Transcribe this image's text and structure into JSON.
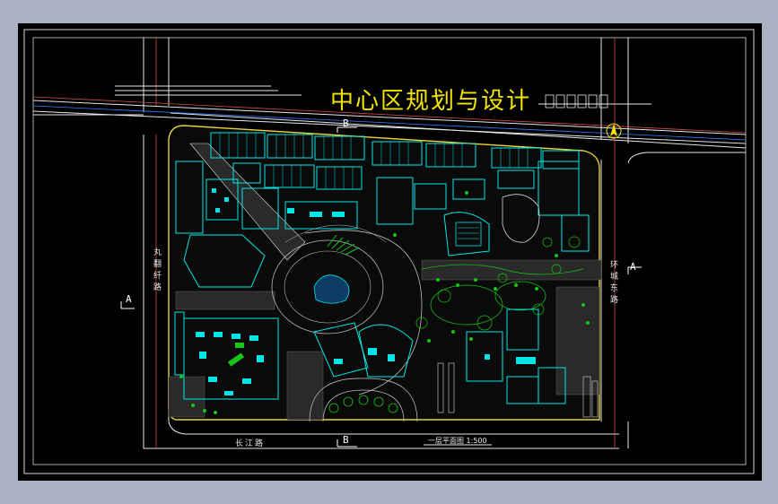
{
  "title": "中心区规划与设计",
  "roads": {
    "west": "丸翻纤路",
    "east": "环城东路",
    "south": "长江路"
  },
  "plan_note": "一层平面图 1:500",
  "section_marks": {
    "west": "A",
    "east": "A",
    "north": "B",
    "south": "B"
  },
  "colors": {
    "background": "#000000",
    "title": "#f2e300",
    "building": "#00e5e5",
    "landscape": "#17c417",
    "road": "#e6e6e6",
    "boundary": "#d64a4a",
    "site_edge": "#e8d23a"
  }
}
